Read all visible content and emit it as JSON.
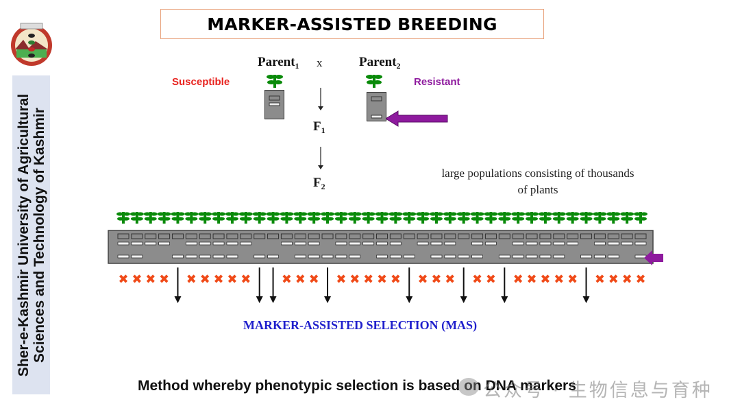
{
  "sidebar": {
    "line1": "Sher-e-Kashmir University of Agricultural",
    "line2": "Sciences and Technology of Kashmir"
  },
  "logo": {
    "icon": "university-emblem-icon"
  },
  "title": "MARKER-ASSISTED BREEDING",
  "cross": {
    "parent1": {
      "label": "Parent",
      "sub": "1",
      "phenotype": "Susceptible"
    },
    "parent2": {
      "label": "Parent",
      "sub": "2",
      "phenotype": "Resistant"
    },
    "cross_symbol": "x",
    "f1": {
      "label": "F",
      "sub": "1"
    },
    "f2": {
      "label": "F",
      "sub": "2"
    }
  },
  "population_note_line1": "large populations consisting of thousands",
  "population_note_line2": "of plants",
  "colors": {
    "susceptible": "#e8231f",
    "resistant": "#8e1a9e",
    "plant": "#0a8a0a",
    "reject": "#f04a18",
    "mas": "#1f1fcc",
    "gel": "#8c8c8c"
  },
  "gel": {
    "lanes": [
      {
        "upper": true,
        "lower": true,
        "selected": false
      },
      {
        "upper": true,
        "lower": true,
        "selected": false
      },
      {
        "upper": true,
        "lower": false,
        "selected": false
      },
      {
        "upper": true,
        "lower": false,
        "selected": false
      },
      {
        "upper": false,
        "lower": true,
        "selected": true
      },
      {
        "upper": true,
        "lower": true,
        "selected": false
      },
      {
        "upper": true,
        "lower": true,
        "selected": false
      },
      {
        "upper": true,
        "lower": true,
        "selected": false
      },
      {
        "upper": true,
        "lower": true,
        "selected": false
      },
      {
        "upper": true,
        "lower": false,
        "selected": false
      },
      {
        "upper": false,
        "lower": true,
        "selected": true
      },
      {
        "upper": false,
        "lower": true,
        "selected": true
      },
      {
        "upper": true,
        "lower": false,
        "selected": false
      },
      {
        "upper": true,
        "lower": true,
        "selected": false
      },
      {
        "upper": true,
        "lower": true,
        "selected": false
      },
      {
        "upper": false,
        "lower": true,
        "selected": true
      },
      {
        "upper": true,
        "lower": true,
        "selected": false
      },
      {
        "upper": true,
        "lower": true,
        "selected": false
      },
      {
        "upper": true,
        "lower": false,
        "selected": false
      },
      {
        "upper": true,
        "lower": true,
        "selected": false
      },
      {
        "upper": true,
        "lower": true,
        "selected": false
      },
      {
        "upper": false,
        "lower": true,
        "selected": true
      },
      {
        "upper": true,
        "lower": false,
        "selected": false
      },
      {
        "upper": true,
        "lower": true,
        "selected": false
      },
      {
        "upper": true,
        "lower": true,
        "selected": false
      },
      {
        "upper": false,
        "lower": true,
        "selected": true
      },
      {
        "upper": true,
        "lower": true,
        "selected": false
      },
      {
        "upper": true,
        "lower": false,
        "selected": false
      },
      {
        "upper": false,
        "lower": true,
        "selected": true
      },
      {
        "upper": true,
        "lower": true,
        "selected": false
      },
      {
        "upper": true,
        "lower": true,
        "selected": false
      },
      {
        "upper": true,
        "lower": true,
        "selected": false
      },
      {
        "upper": true,
        "lower": true,
        "selected": false
      },
      {
        "upper": true,
        "lower": false,
        "selected": false
      },
      {
        "upper": false,
        "lower": true,
        "selected": true
      },
      {
        "upper": true,
        "lower": true,
        "selected": false
      },
      {
        "upper": true,
        "lower": true,
        "selected": false
      },
      {
        "upper": true,
        "lower": false,
        "selected": false
      },
      {
        "upper": true,
        "lower": true,
        "selected": false
      }
    ]
  },
  "mas_label": "MARKER-ASSISTED SELECTION (MAS)",
  "caption": "Method whereby phenotypic selection is based on DNA markers",
  "watermark": "公众号 · 生物信息与育种"
}
